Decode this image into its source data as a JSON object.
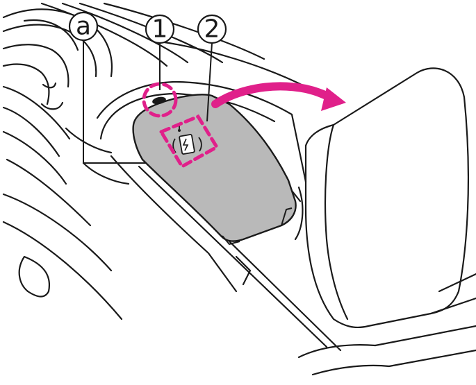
{
  "callouts": [
    {
      "id": "a",
      "label": "a"
    },
    {
      "id": "1",
      "label": "1"
    },
    {
      "id": "2",
      "label": "2"
    }
  ],
  "colors": {
    "line": "#1a1a1a",
    "pad_fill": "#b9b9b9",
    "highlight": "#e0208a",
    "background": "#ffffff"
  },
  "icons": {
    "charging_symbol": "wireless-charging-icon",
    "open_direction": "curved-arrow-icon"
  }
}
